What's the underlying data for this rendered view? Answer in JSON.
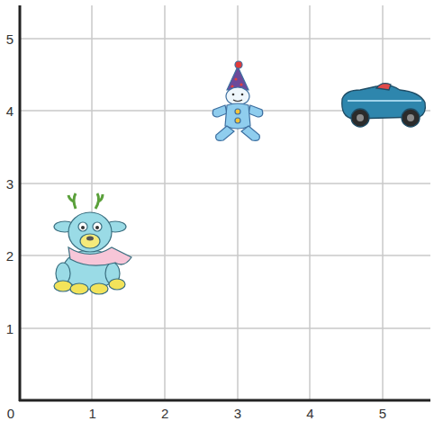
{
  "diagram": {
    "labels": [
      "0",
      "1",
      "2",
      "3",
      "4",
      "5",
      "1",
      "2",
      "3",
      "4",
      "5"
    ]
  }
}
